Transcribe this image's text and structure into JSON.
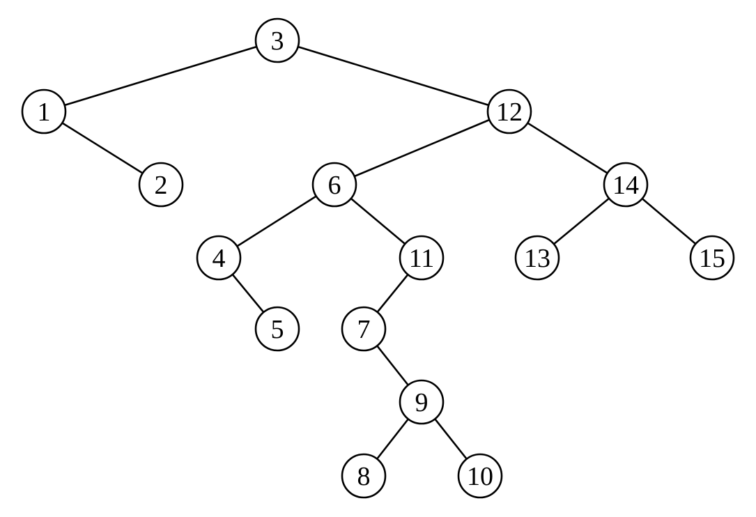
{
  "nodes": [
    {
      "id": "n3",
      "label": "3"
    },
    {
      "id": "n1",
      "label": "1"
    },
    {
      "id": "n2",
      "label": "2"
    },
    {
      "id": "n12",
      "label": "12"
    },
    {
      "id": "n6",
      "label": "6"
    },
    {
      "id": "n4",
      "label": "4"
    },
    {
      "id": "n5",
      "label": "5"
    },
    {
      "id": "n11",
      "label": "11"
    },
    {
      "id": "n7",
      "label": "7"
    },
    {
      "id": "n9",
      "label": "9"
    },
    {
      "id": "n8",
      "label": "8"
    },
    {
      "id": "n10",
      "label": "10"
    },
    {
      "id": "n14",
      "label": "14"
    },
    {
      "id": "n13",
      "label": "13"
    },
    {
      "id": "n15",
      "label": "15"
    }
  ],
  "edges": [
    {
      "from": "n3",
      "to": "n1"
    },
    {
      "from": "n3",
      "to": "n12"
    },
    {
      "from": "n1",
      "to": "n2"
    },
    {
      "from": "n12",
      "to": "n6"
    },
    {
      "from": "n12",
      "to": "n14"
    },
    {
      "from": "n6",
      "to": "n4"
    },
    {
      "from": "n6",
      "to": "n11"
    },
    {
      "from": "n4",
      "to": "n5"
    },
    {
      "from": "n11",
      "to": "n7"
    },
    {
      "from": "n7",
      "to": "n9"
    },
    {
      "from": "n9",
      "to": "n8"
    },
    {
      "from": "n9",
      "to": "n10"
    },
    {
      "from": "n14",
      "to": "n13"
    },
    {
      "from": "n14",
      "to": "n15"
    }
  ]
}
